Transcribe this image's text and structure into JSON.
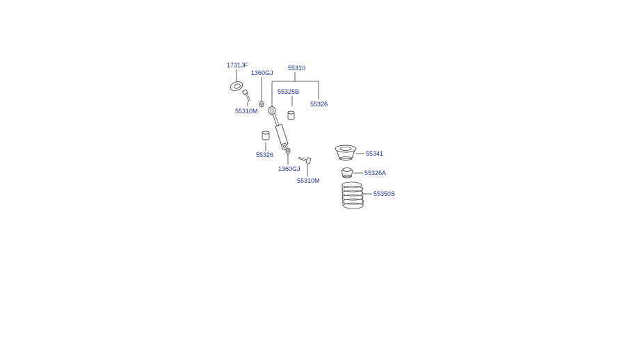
{
  "diagram": {
    "labels": {
      "l_1731JF": "1731JF",
      "l_1360GJ_top": "1360GJ",
      "l_55310": "55310",
      "l_55325B": "55325B",
      "l_55326_top": "55326",
      "l_55310M_top": "55310M",
      "l_55326_left": "55326",
      "l_1360GJ_bottom": "1360GJ",
      "l_55310M_bottom": "55310M",
      "l_55341": "55341",
      "l_55326A": "55326A",
      "l_55350S": "55350S"
    }
  }
}
